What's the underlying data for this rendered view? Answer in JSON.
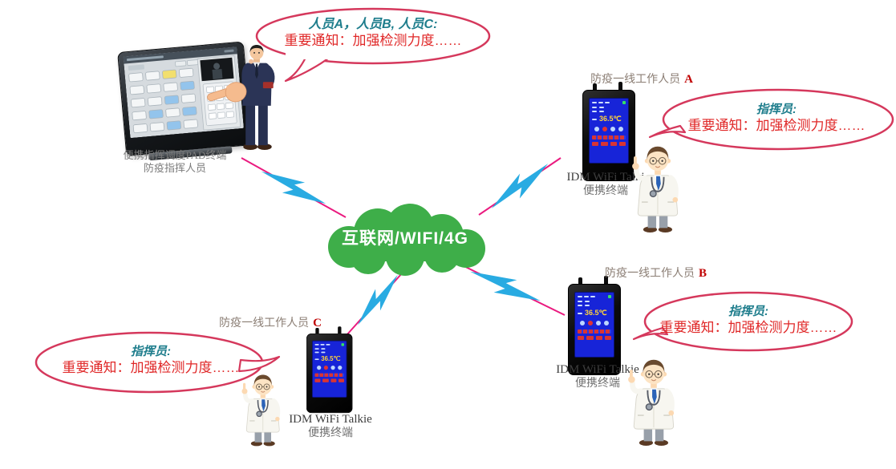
{
  "diagram": {
    "cloud": {
      "label": "互联网/WIFI/4G"
    },
    "bubbles": {
      "pad": {
        "speaker": "人员A，人员B, 人员C:",
        "message": "重要通知：加强检测力度……"
      },
      "a": {
        "speaker": "指挥员:",
        "message": "重要通知：加强检测力度……"
      },
      "b": {
        "speaker": "指挥员:",
        "message": "重要通知：加强检测力度……"
      },
      "c": {
        "speaker": "指挥员:",
        "message": "重要通知：加强检测力度……"
      }
    },
    "pad_station": {
      "device_label": "便携指挥调度PAD终端",
      "person_label": "防疫指挥人员"
    },
    "stations": {
      "a": {
        "role": "防疫一线工作人员",
        "letter": "A",
        "device_name": "IDM WiFi Talki",
        "device_type": "便携终端",
        "screen_temp": "36.5℃"
      },
      "b": {
        "role": "防疫一线工作人员",
        "letter": "B",
        "device_name": "IDM WiFi Talkie",
        "device_type": "便携终端",
        "screen_temp": "36.5℃"
      },
      "c": {
        "role": "防疫一线工作人员",
        "letter": "C",
        "device_name": "IDM WiFi Talkie",
        "device_type": "便携终端",
        "screen_temp": "36.5℃"
      }
    },
    "colors": {
      "bubble_border": "#d5385c",
      "speaker_text": "#1e7d8c",
      "message_text": "#e02727",
      "link_line": "#ea1a7f",
      "lightning": "#29abe2",
      "cloud_fill": "#3eae49",
      "cloud_text": "#ffffff",
      "station_letter": "#c00000",
      "role_label": "#8b7e74",
      "pad_label": "#7c7c7c"
    }
  }
}
